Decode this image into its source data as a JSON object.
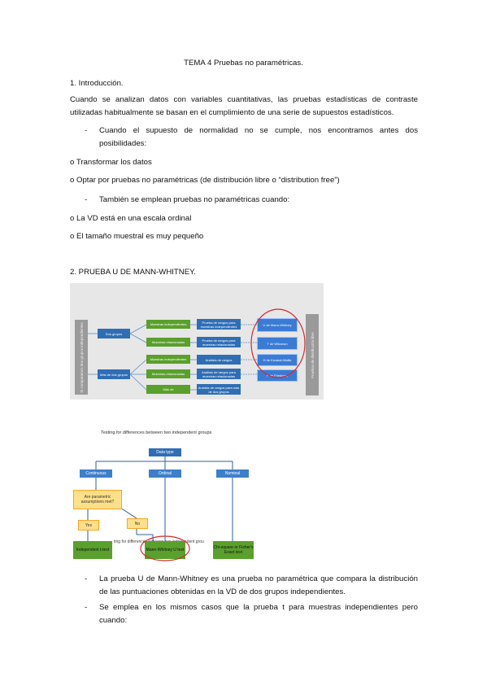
{
  "title": "TEMA 4 Pruebas no paramétricas.",
  "section1": "1. Introducción.",
  "para1": "Cuando se analizan datos con variables cuantitativas, las pruebas estadísticas de contraste utilizadas habitualmente se basan en el cumplimiento de una serie de supuestos estadísticos.",
  "bullet1": "Cuando el supuesto de normalidad no se cumple, nos encontramos antes dos posibilidades:",
  "opt1": "o Transformar los datos",
  "opt2": "o Optar por pruebas no paramétricas (de distribución libre o “distribution free”)",
  "bullet2": "También se emplean pruebas no paramétricas cuando:",
  "opt3": "o La VD está en una escala ordinal",
  "opt4": "o El tamaño muestral es muy pequeño",
  "section2": "2. PRUEBA U DE MANN-WHITNEY.",
  "fig1": {
    "left_label": "Si comparamos dos grupos independientes",
    "right_label": "Pruebas de distribución libre",
    "groups": [
      "Dos grupos",
      "Más de dos grupos"
    ],
    "conditions": [
      "Muestras independientes",
      "Muestras relacionadas",
      "Muestras independientes",
      "Muestras relacionadas",
      "Más de"
    ],
    "descs": [
      "Prueba de rangos para muestras independientes",
      "Prueba de rangos para muestras relacionadas",
      "Análisis de rangos",
      "Análisis de rangos para muestras relacionadas",
      "Análisis de rangos para más de dos grupos"
    ],
    "tests": [
      "U de Mann-Whitney",
      "T de Wilcoxon",
      "H de Kruskal-Wallis",
      "F de Friedman"
    ]
  },
  "fig2": {
    "caption": "Testing for differences between two independent groups",
    "data_type": "Data type",
    "continuous": "Continuous",
    "ordinal": "Ordinal",
    "nominal": "Nominal",
    "question": "Are parametric assumptions met?",
    "yes": "Yes",
    "no": "No",
    "ind_t": "Independent t-test",
    "mann": "Mann-Whitney U test",
    "chi": "Chi-square or Fisher's Exact test",
    "overlap": "ting for differences between two independent grou"
  },
  "bullet3": "La prueba U de Mann-Whitney es una prueba no paramétrica que compara la distribución de las puntuaciones obtenidas en la VD de dos grupos independientes.",
  "bullet4": "Se emplea en los mismos casos que la prueba t para muestras independientes pero cuando:",
  "colors": {
    "blue": "#2f6eb5",
    "green": "#5aa02c",
    "red": "#d62a2a",
    "yellow": "#ffe08a",
    "orange": "#f5a623"
  }
}
